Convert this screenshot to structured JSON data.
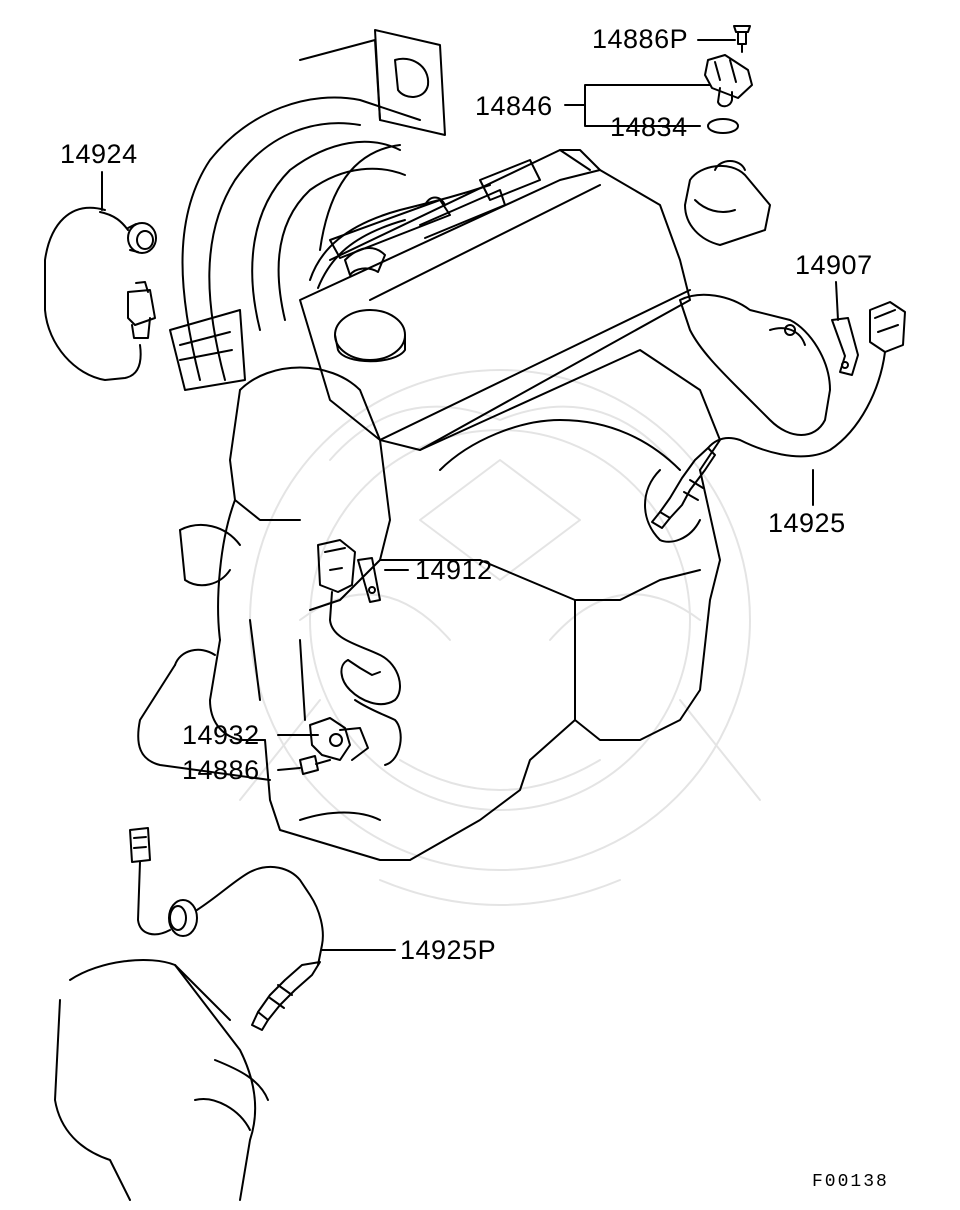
{
  "parts": {
    "p14886P": "14886P",
    "p14846": "14846",
    "p14834": "14834",
    "p14924": "14924",
    "p14907": "14907",
    "p14925": "14925",
    "p14912": "14912",
    "p14932": "14932",
    "p14886": "14886",
    "p14925P": "14925P"
  },
  "figure_code": "F00138"
}
